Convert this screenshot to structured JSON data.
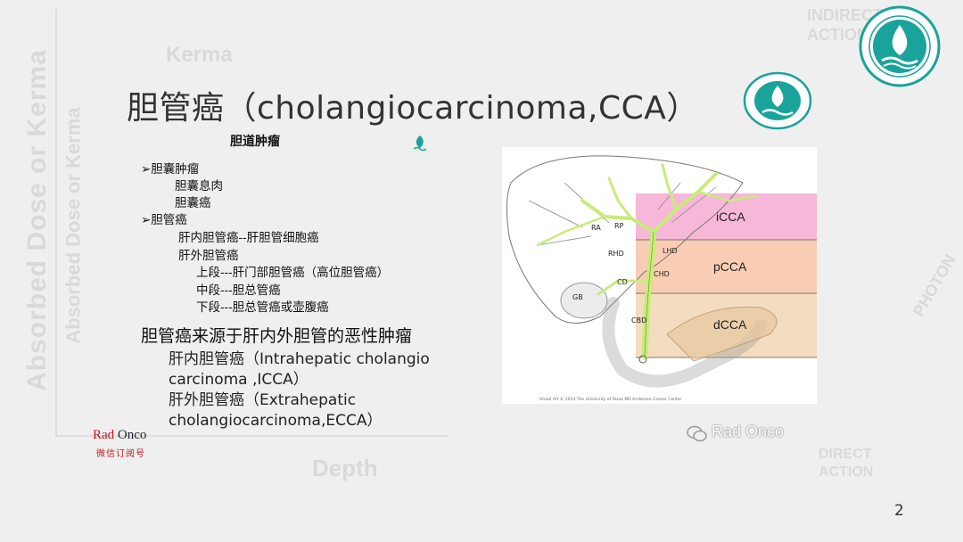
{
  "slide": {
    "title": "胆管癌（cholangiocarcinoma,CCA）",
    "outline": {
      "heading": "胆道肿瘤",
      "lines": [
        "➢胆囊肿瘤",
        "胆囊息肉",
        "胆囊癌",
        "➢胆管癌",
        "肝内胆管癌--肝胆管细胞癌",
        "肝外胆管癌",
        "上段---肝门部胆管癌（高位胆管癌）",
        "中段---胆总管癌",
        "下段---胆总管癌或壶腹癌"
      ]
    },
    "main_statement": "胆管癌来源于肝内外胆管的恶性肿瘤",
    "icca": [
      "肝内胆管癌（Intrahepatic cholangio",
      "carcinoma ,ICCA）"
    ],
    "ecca": [
      "肝外胆管癌（Extrahepatic",
      "cholangiocarcinoma,ECCA）"
    ],
    "page_number": "2"
  },
  "figure": {
    "labels": {
      "ra": "RA",
      "rp": "RP",
      "rhd": "RHD",
      "lhd": "LHD",
      "chd": "CHD",
      "cd": "CD",
      "gb": "GB",
      "cbd": "CBD",
      "icca": "iCCA",
      "pcca": "pCCA",
      "dcca": "dCCA"
    },
    "credit": "Visual Art © 2014 The University of Texas MD Anderson Cancer Center",
    "colors": {
      "icca": "#f7b7d8",
      "pcca": "#f9cdb3",
      "dcca": "#f3dcc0",
      "duct": "#c8ec7a"
    }
  },
  "watermark": {
    "wechat": "Rad Onco",
    "bg_vertical_1": "Absorbed Dose or Kerma",
    "bg_vertical_2": "Absorbed Dose or Kerma",
    "bg_kerma": "Kerma",
    "bg_depth": "Depth",
    "bg_indirect": [
      "INDIRECT",
      "ACTION"
    ],
    "bg_direct": [
      "DIRECT",
      "ACTION"
    ],
    "bg_photon": "PHOTON"
  },
  "brand": {
    "name_r": "Rad",
    "name_rest": " Onco",
    "subtitle": "微信订阅号"
  },
  "colors": {
    "brand_red": "#c0151b",
    "logo_teal": "#1aa39a"
  }
}
